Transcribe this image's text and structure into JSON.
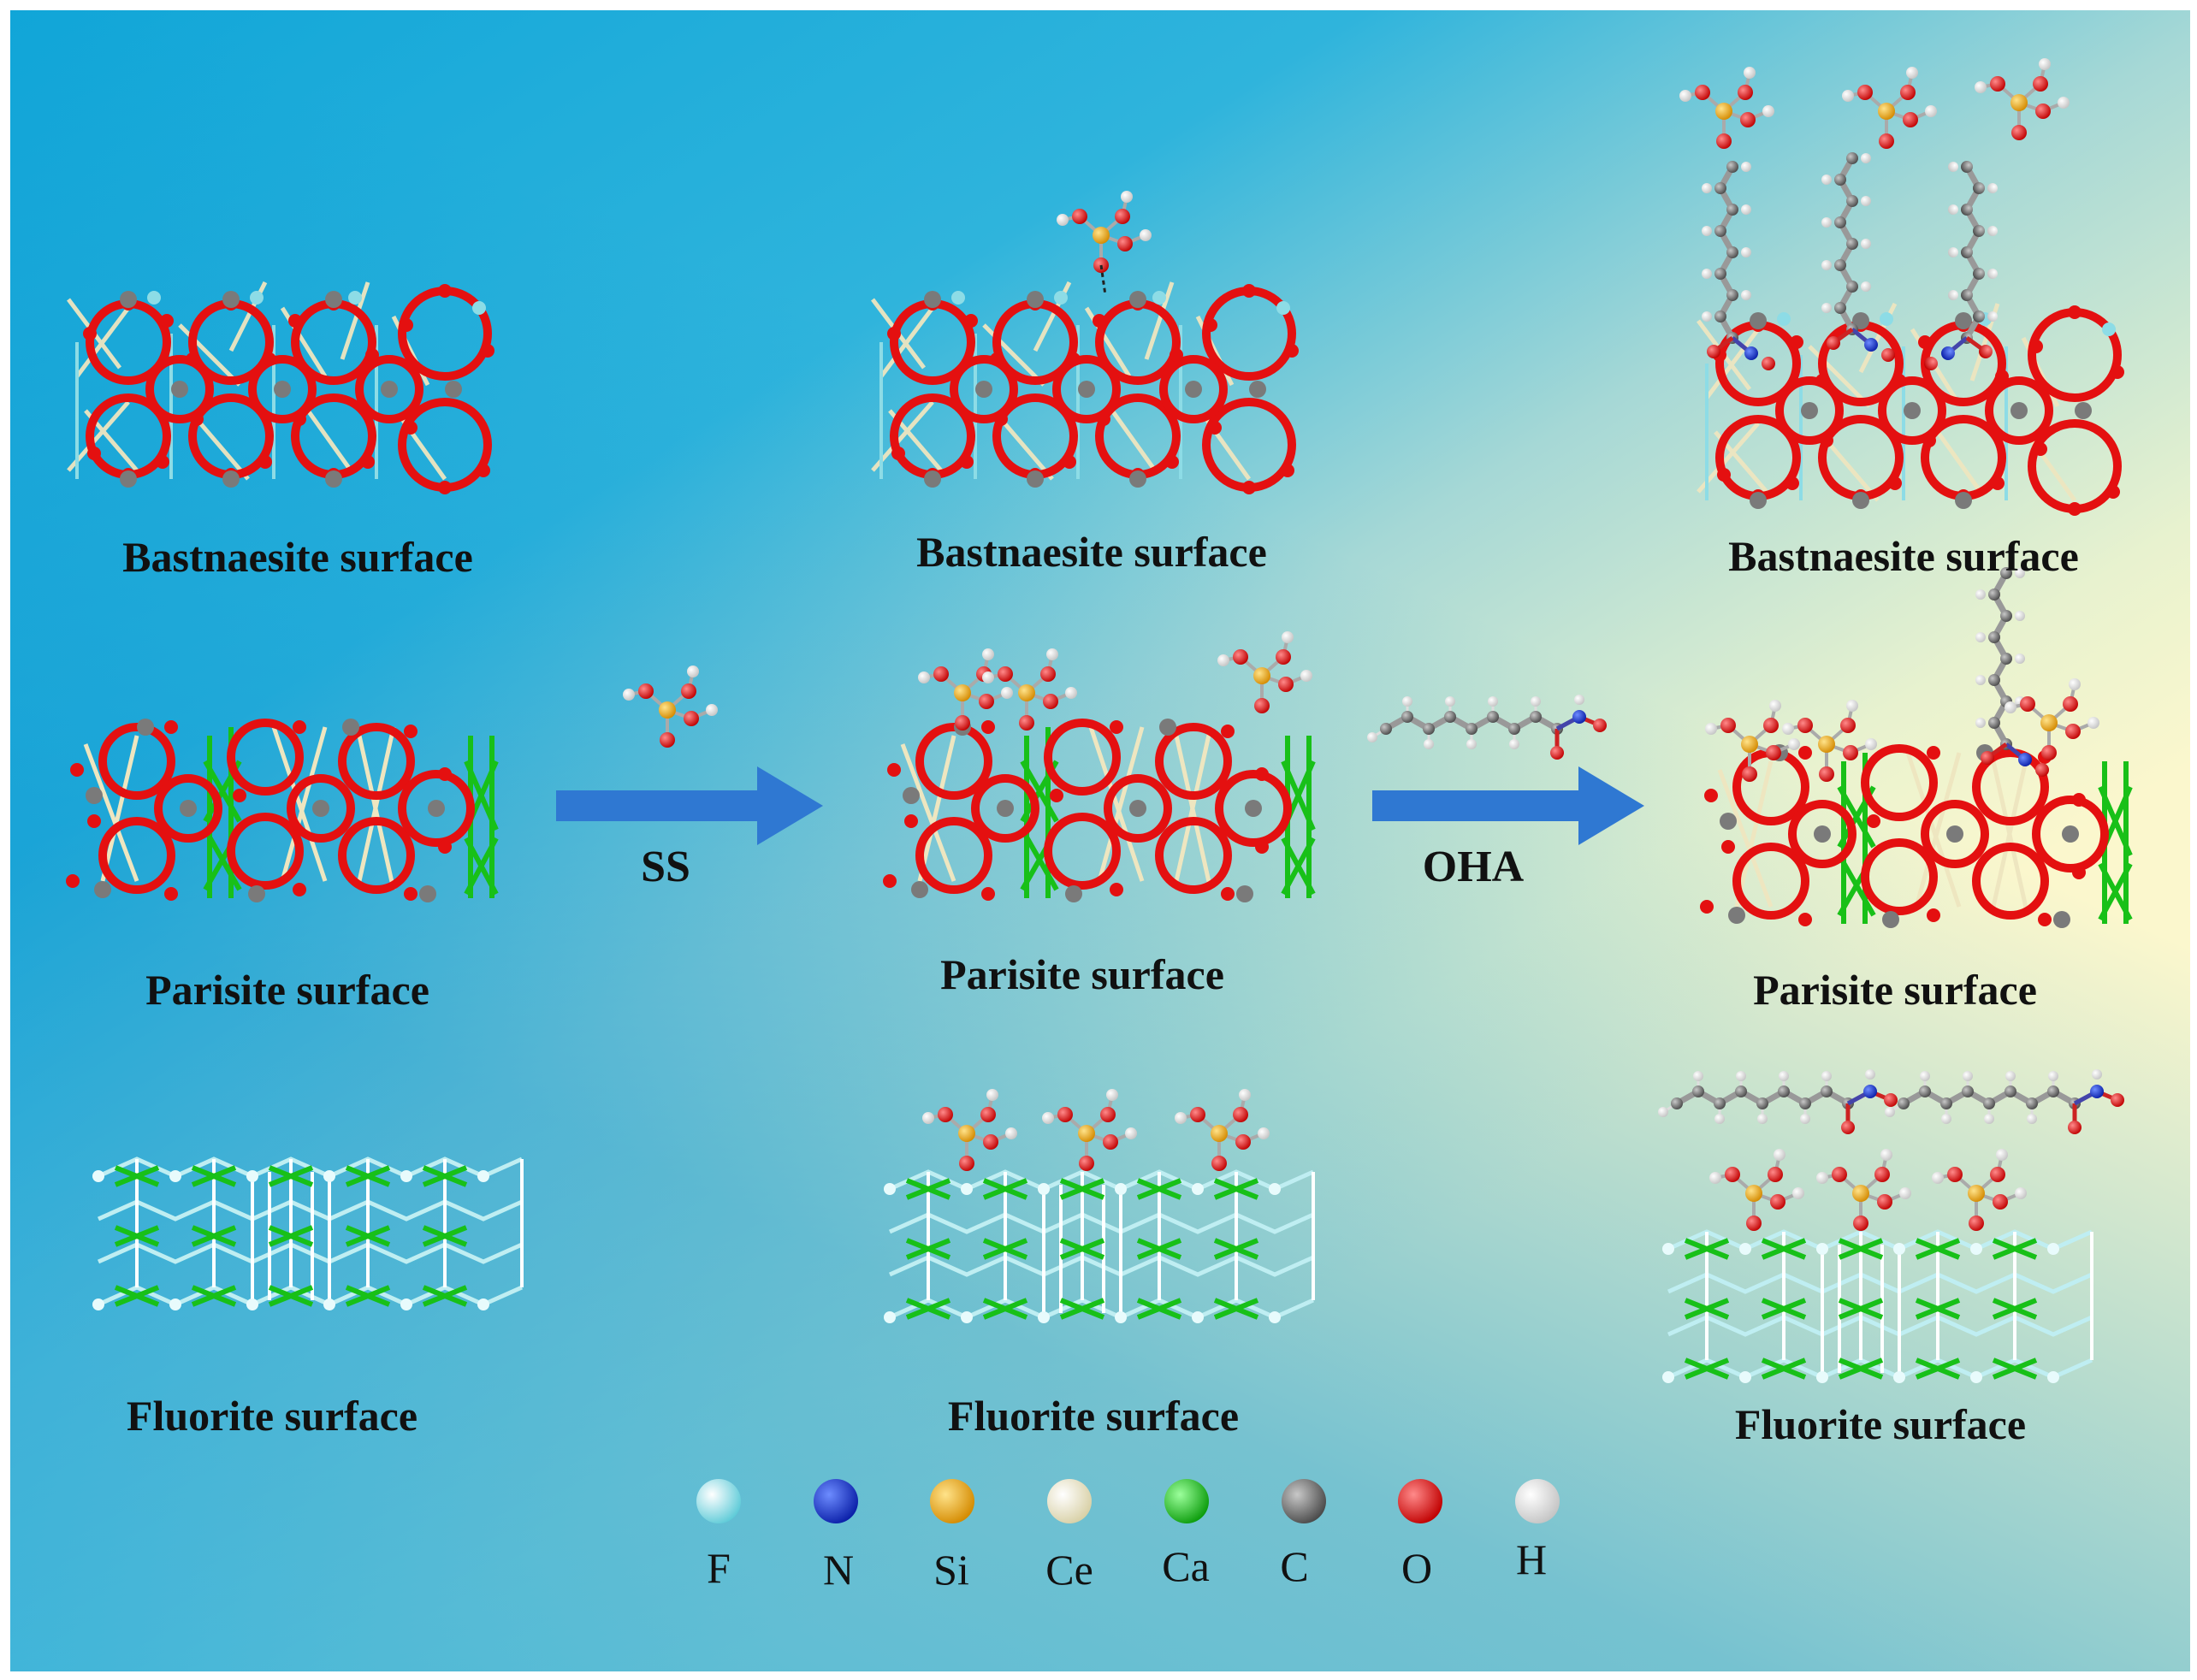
{
  "labels": {
    "bastnaesite": "Bastnaesite surface",
    "parisite": "Parisite surface",
    "fluorite": "Fluorite surface"
  },
  "arrows": {
    "first": "SS",
    "second": "OHA"
  },
  "legend": [
    {
      "symbol": "F",
      "color": "#7fd8e2"
    },
    {
      "symbol": "N",
      "color": "#1030c8"
    },
    {
      "symbol": "Si",
      "color": "#e8a200"
    },
    {
      "symbol": "Ce",
      "color": "#f1ecd0"
    },
    {
      "symbol": "Ca",
      "color": "#14b814"
    },
    {
      "symbol": "C",
      "color": "#7a7a7a"
    },
    {
      "symbol": "O",
      "color": "#e41010"
    },
    {
      "symbol": "H",
      "color": "#f4f4f4"
    }
  ],
  "colors": {
    "oxygen": "#e41010",
    "carbon": "#777777",
    "cerium": "#efe9c6",
    "fluorine": "#8ddce6",
    "calcium": "#18c018",
    "silicon": "#e8a200",
    "nitrogen": "#1030c8",
    "hydrogen": "#f8f8f8",
    "arrow": "#2f78d2"
  }
}
